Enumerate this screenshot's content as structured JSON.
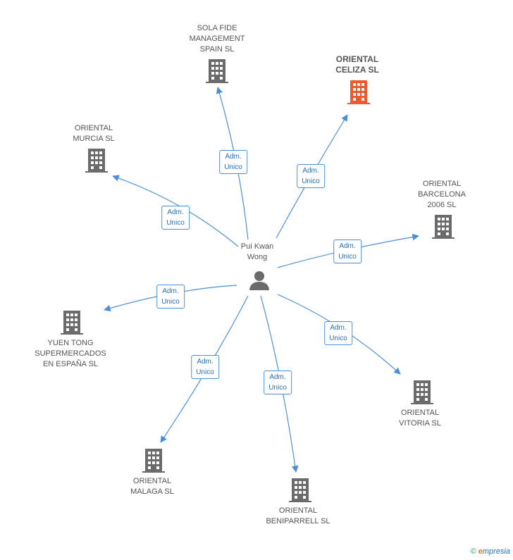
{
  "center": {
    "name_line1": "Pui Kwan",
    "name_line2": "Wong"
  },
  "role": {
    "line1": "Adm.",
    "line2": "Unico"
  },
  "companies": [
    {
      "key": "sola",
      "lines": [
        "SOLA FIDE",
        "MANAGEMENT",
        "SPAIN SL"
      ],
      "highlight": false
    },
    {
      "key": "celiza",
      "lines": [
        "ORIENTAL",
        "CELIZA SL"
      ],
      "highlight": true
    },
    {
      "key": "murcia",
      "lines": [
        "ORIENTAL",
        "MURCIA SL"
      ],
      "highlight": false
    },
    {
      "key": "barcelona",
      "lines": [
        "ORIENTAL",
        "BARCELONA",
        "2006 SL"
      ],
      "highlight": false
    },
    {
      "key": "yuen",
      "lines": [
        "YUEN TONG",
        "SUPERMERCADOS",
        "EN ESPAÑA SL"
      ],
      "highlight": false
    },
    {
      "key": "vitoria",
      "lines": [
        "ORIENTAL",
        "VITORIA SL"
      ],
      "highlight": false
    },
    {
      "key": "malaga",
      "lines": [
        "ORIENTAL",
        "MALAGA SL"
      ],
      "highlight": false
    },
    {
      "key": "beniparrell",
      "lines": [
        "ORIENTAL",
        "BENIPARRELL SL"
      ],
      "highlight": false
    }
  ],
  "colors": {
    "edge": "#4a90d9",
    "building": "#6b6b6b",
    "highlight": "#f05a2a"
  },
  "footer": {
    "copyright": "©",
    "brand_e": "e",
    "brand_rest": "mpresia"
  }
}
